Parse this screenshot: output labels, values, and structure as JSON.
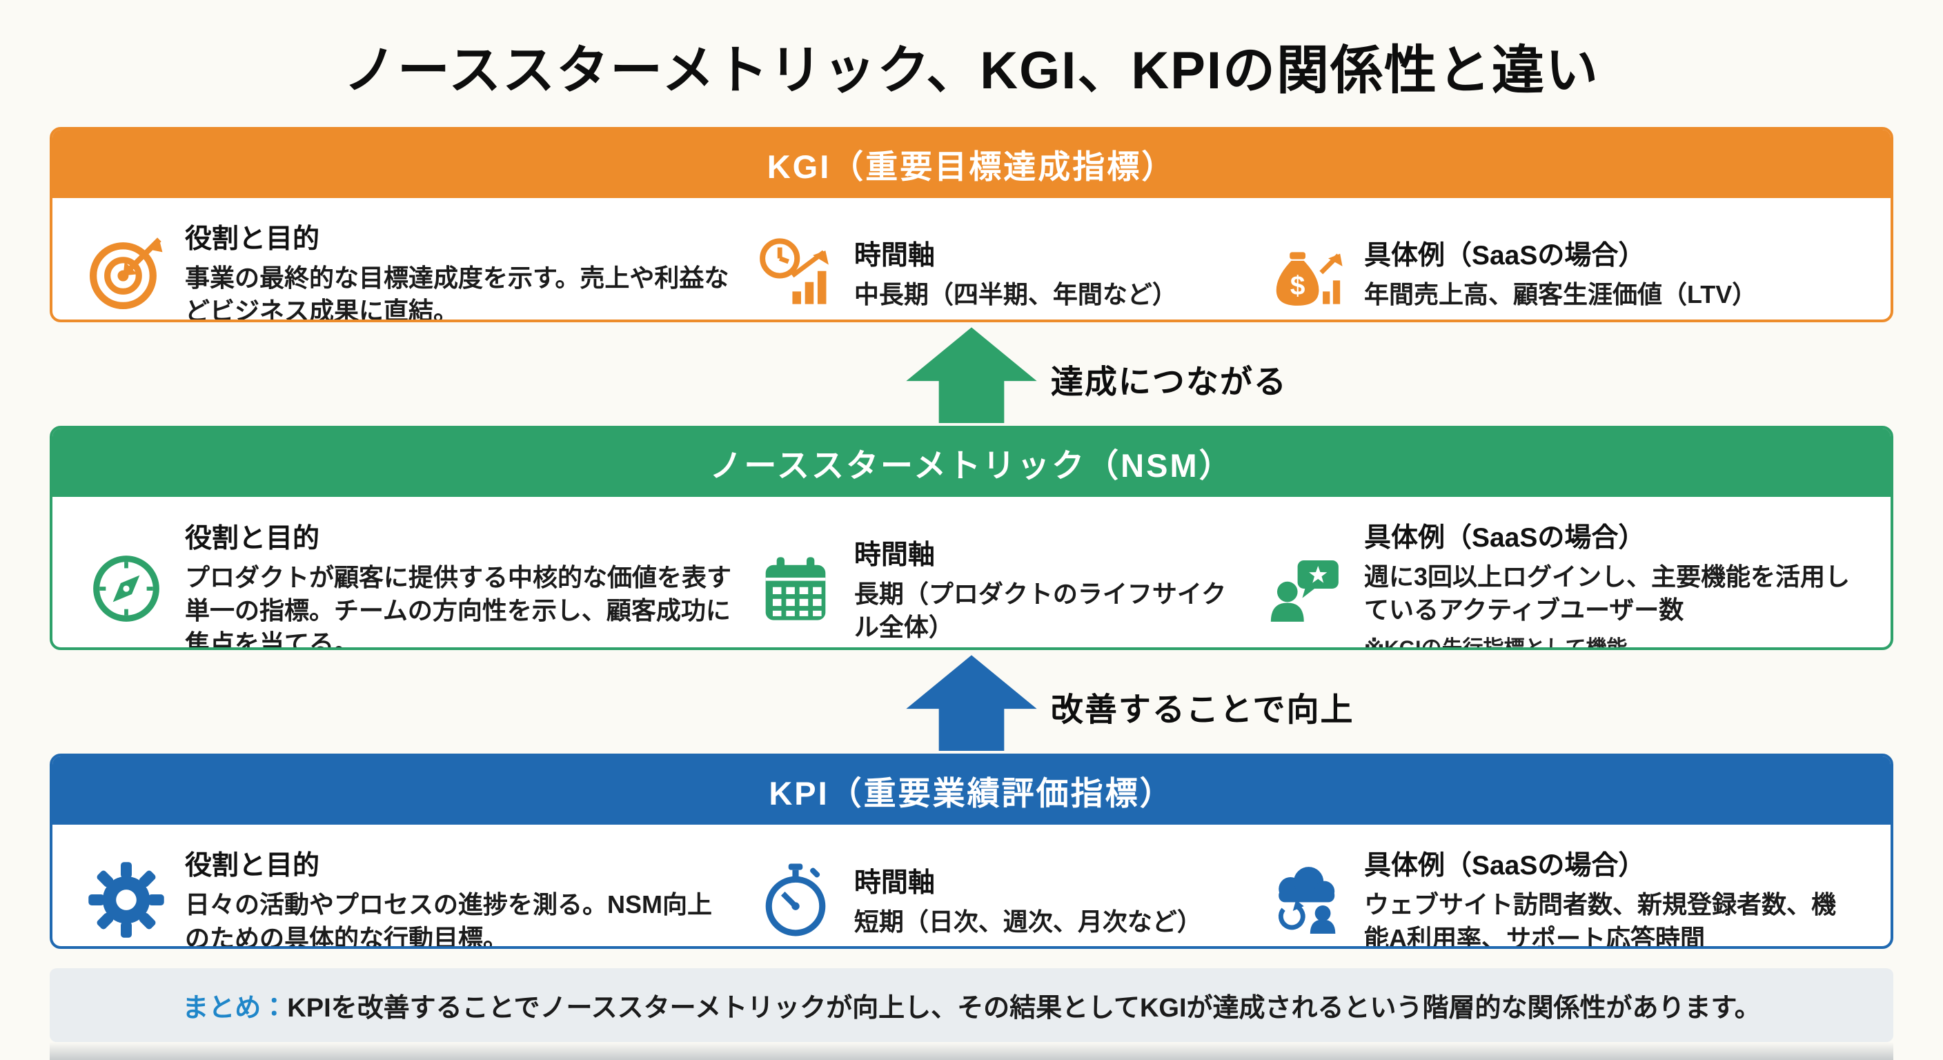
{
  "title": "ノーススターメトリック、KGI、KPIの関係性と違い",
  "sections": [
    {
      "id": "kgi",
      "header": "KGI（重要目標達成指標）",
      "color": "#ED8C2B",
      "columns": [
        {
          "icon": "target-icon",
          "heading": "役割と目的",
          "text": "事業の最終的な目標達成度を示す。売上や利益などビジネス成果に直結。"
        },
        {
          "icon": "clock-chart-icon",
          "heading": "時間軸",
          "text": "中長期（四半期、年間など）"
        },
        {
          "icon": "money-bag-icon",
          "heading": "具体例（SaaSの場合）",
          "text": "年間売上高、顧客生涯価値（LTV）"
        }
      ]
    },
    {
      "id": "nsm",
      "header": "ノーススターメトリック（NSM）",
      "color": "#2EA16A",
      "columns": [
        {
          "icon": "compass-icon",
          "heading": "役割と目的",
          "text": "プロダクトが顧客に提供する中核的な価値を表す単一の指標。チームの方向性を示し、顧客成功に焦点を当てる。"
        },
        {
          "icon": "calendar-icon",
          "heading": "時間軸",
          "text": "長期（プロダクトのライフサイクル全体）"
        },
        {
          "icon": "user-star-icon",
          "heading": "具体例（SaaSの場合）",
          "text": "週に3回以上ログインし、主要機能を活用しているアクティブユーザー数",
          "note": "※KGIの先行指標として機能"
        }
      ]
    },
    {
      "id": "kpi",
      "header": "KPI（重要業績評価指標）",
      "color": "#2069B1",
      "columns": [
        {
          "icon": "gear-icon",
          "heading": "役割と目的",
          "text": "日々の活動やプロセスの進捗を測る。NSM向上のための具体的な行動目標。"
        },
        {
          "icon": "stopwatch-icon",
          "heading": "時間軸",
          "text": "短期（日次、週次、月次など）"
        },
        {
          "icon": "cloud-users-icon",
          "heading": "具体例（SaaSの場合）",
          "text": "ウェブサイト訪問者数、新規登録者数、機能A利用率、サポート応答時間"
        }
      ]
    }
  ],
  "arrows": [
    {
      "label": "達成につながる",
      "color": "#2EA16A"
    },
    {
      "label": "改善することで向上",
      "color": "#2069B1"
    }
  ],
  "summary": {
    "prefix": "まとめ：",
    "prefix_color": "#1F86C9",
    "text": "KPIを改善することでノーススターメトリックが向上し、その結果としてKGIが達成されるという階層的な関係性があります。",
    "bg": "#E9EDF0"
  }
}
